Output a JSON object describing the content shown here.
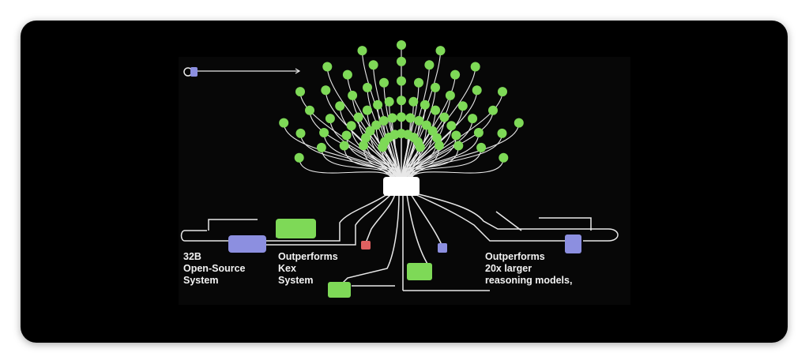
{
  "labels": {
    "left": [
      "32B",
      "Open-Source",
      "System"
    ],
    "middle": [
      "Outperforms",
      "Kex",
      "System"
    ],
    "right": [
      "Outperforms",
      "20x larger",
      "reasoning models,"
    ]
  },
  "colors": {
    "background": "#000000",
    "line": "#e8e8e8",
    "node": "#7ed957",
    "green_block": "#7ed957",
    "purple_block": "#8c8fe0",
    "red_block": "#e06060",
    "core": "#ffffff"
  },
  "icons": {
    "toggle": "toggle-arrow-icon"
  }
}
